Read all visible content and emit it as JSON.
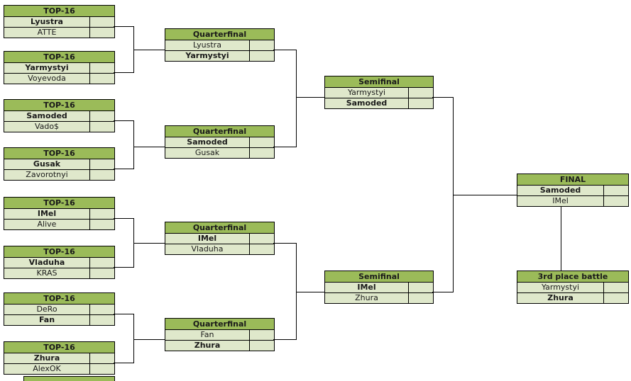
{
  "colors": {
    "header_fill": "#9bbb59",
    "row_fill": "#dfe8cb",
    "border": "#000000",
    "background": "#ffffff",
    "text": "#1a1a1a"
  },
  "rounds": {
    "round16": [
      {
        "title": "TOP-16",
        "players": [
          {
            "name": "Lyustra",
            "bold": true
          },
          {
            "name": "ATTE",
            "bold": false
          }
        ]
      },
      {
        "title": "TOP-16",
        "players": [
          {
            "name": "Yarmystyi",
            "bold": true
          },
          {
            "name": "Voyevoda",
            "bold": false
          }
        ]
      },
      {
        "title": "TOP-16",
        "players": [
          {
            "name": "Samoded",
            "bold": true
          },
          {
            "name": "Vado$",
            "bold": false
          }
        ]
      },
      {
        "title": "TOP-16",
        "players": [
          {
            "name": "Gusak",
            "bold": true
          },
          {
            "name": "Zavorotnyi",
            "bold": false
          }
        ]
      },
      {
        "title": "TOP-16",
        "players": [
          {
            "name": "IMel",
            "bold": true
          },
          {
            "name": "Alive",
            "bold": false
          }
        ]
      },
      {
        "title": "TOP-16",
        "players": [
          {
            "name": "Vladuha",
            "bold": true
          },
          {
            "name": "KRAS",
            "bold": false
          }
        ]
      },
      {
        "title": "TOP-16",
        "players": [
          {
            "name": "DeRo",
            "bold": false
          },
          {
            "name": "Fan",
            "bold": true
          }
        ]
      },
      {
        "title": "TOP-16",
        "players": [
          {
            "name": "Zhura",
            "bold": true
          },
          {
            "name": "AlexOK",
            "bold": false
          }
        ]
      }
    ],
    "quarterfinal": [
      {
        "title": "Quarterfinal",
        "players": [
          {
            "name": "Lyustra",
            "bold": false
          },
          {
            "name": "Yarmystyi",
            "bold": true
          }
        ]
      },
      {
        "title": "Quarterfinal",
        "players": [
          {
            "name": "Samoded",
            "bold": true
          },
          {
            "name": "Gusak",
            "bold": false
          }
        ]
      },
      {
        "title": "Quarterfinal",
        "players": [
          {
            "name": "IMel",
            "bold": true
          },
          {
            "name": "Vladuha",
            "bold": false
          }
        ]
      },
      {
        "title": "Quarterfinal",
        "players": [
          {
            "name": "Fan",
            "bold": false
          },
          {
            "name": "Zhura",
            "bold": true
          }
        ]
      }
    ],
    "semifinal": [
      {
        "title": "Semifinal",
        "players": [
          {
            "name": "Yarmystyi",
            "bold": false
          },
          {
            "name": "Samoded",
            "bold": true
          }
        ]
      },
      {
        "title": "Semifinal",
        "players": [
          {
            "name": "IMel",
            "bold": true
          },
          {
            "name": "Zhura",
            "bold": false
          }
        ]
      }
    ],
    "final": {
      "title": "FINAL",
      "players": [
        {
          "name": "Samoded",
          "bold": true
        },
        {
          "name": "IMel",
          "bold": false
        }
      ]
    },
    "third_place": {
      "title": "3rd place battle",
      "players": [
        {
          "name": "Yarmystyi",
          "bold": false
        },
        {
          "name": "Zhura",
          "bold": true
        }
      ]
    }
  }
}
